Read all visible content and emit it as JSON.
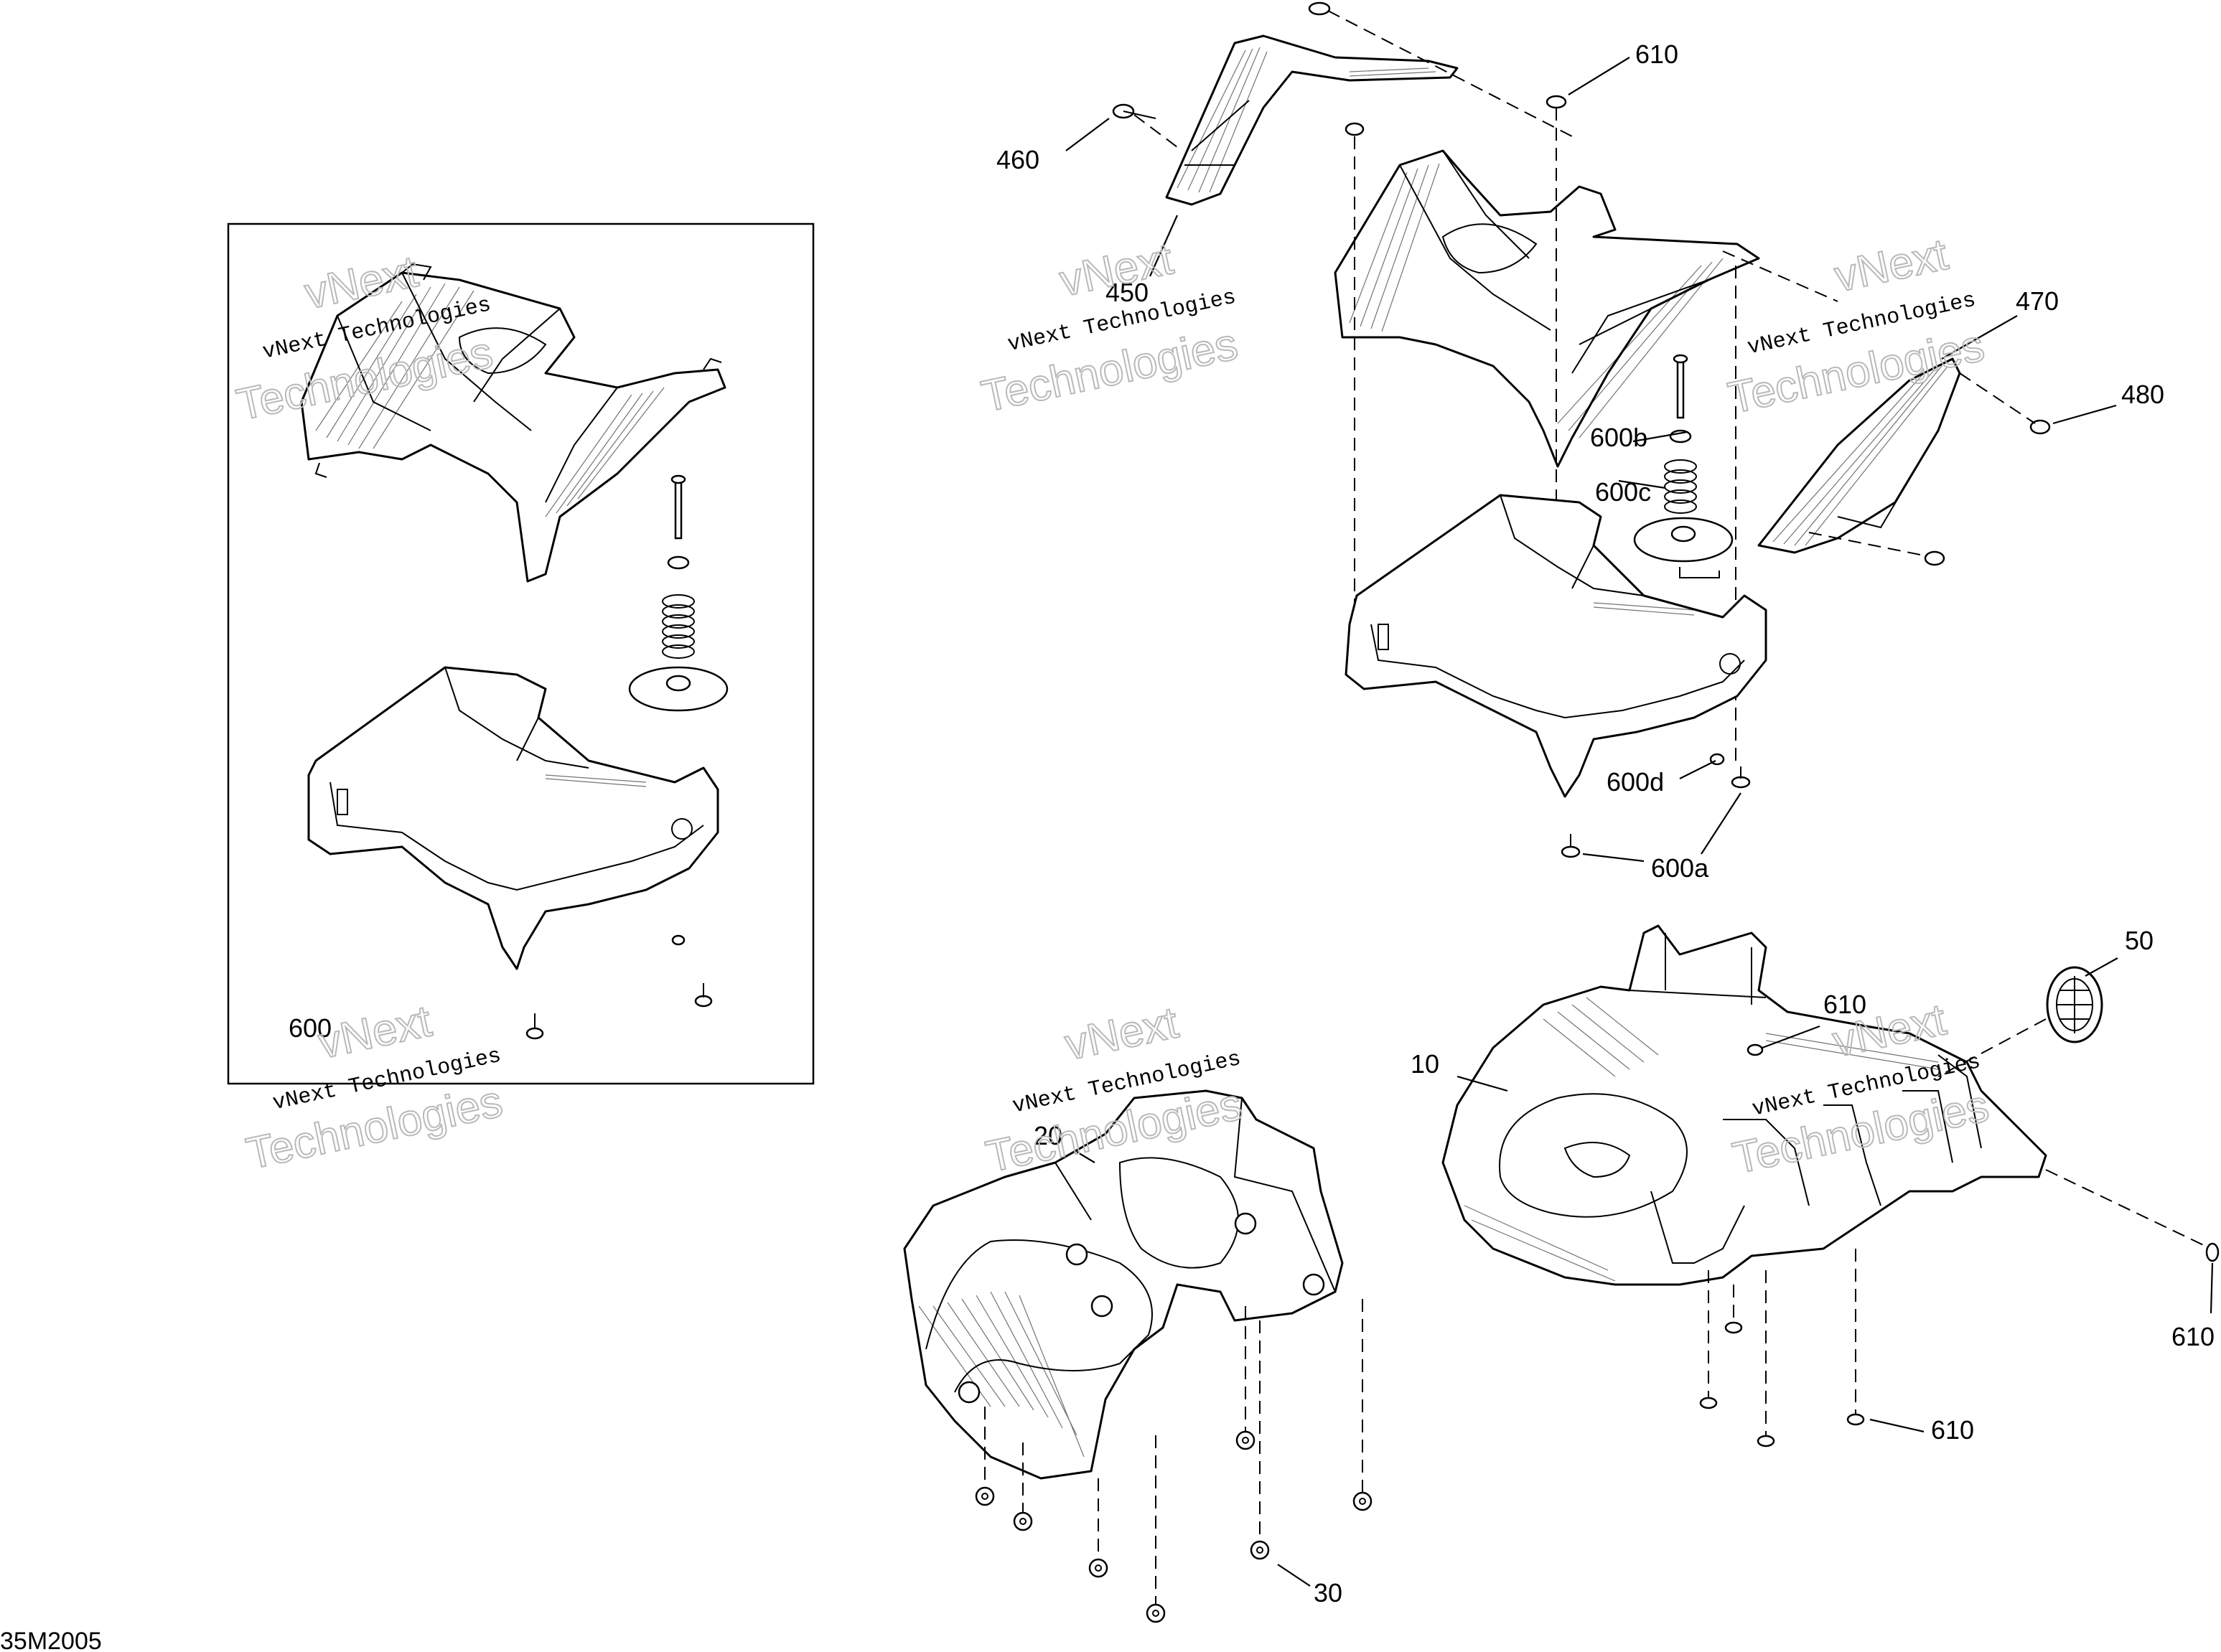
{
  "diagram": {
    "reference_code": "35M2005",
    "watermark": {
      "line1": "vNext",
      "line2": "vNext Technologies",
      "line3": "Technologies"
    },
    "callouts": {
      "c10": "10",
      "c20": "20",
      "c30": "30",
      "c50": "50",
      "c450": "450",
      "c460": "460",
      "c470": "470",
      "c480": "480",
      "c600": "600",
      "c600a": "600a",
      "c600b": "600b",
      "c600c": "600c",
      "c600d": "600d",
      "c610_top": "610",
      "c610_mid": "610",
      "c610_right": "610",
      "c610_bottom": "610"
    }
  }
}
